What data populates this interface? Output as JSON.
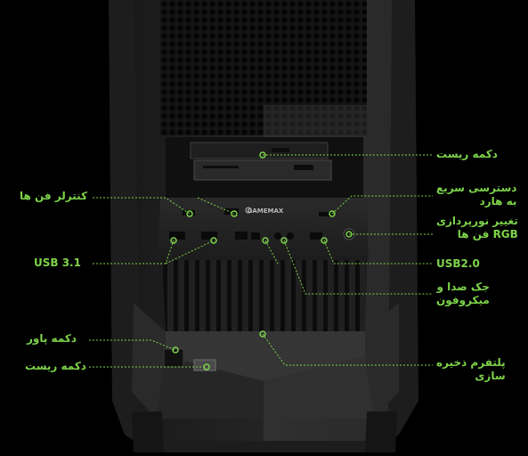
{
  "brand": {
    "case_logo": "GAMEMAX",
    "accent": "#7dd34a"
  },
  "callouts": {
    "reset_top": "دکمه ریست",
    "quick_hdd": [
      "دسترسی سریع",
      "به هارد"
    ],
    "rgb": [
      "تغییر نورپردازی",
      "RGB فن ها"
    ],
    "usb2": "USB2.0",
    "audio": [
      "جک صدا و",
      "میکروفون"
    ],
    "storage": [
      "پلتفرم ذخیره",
      "سازی"
    ],
    "fan_ctrl": "کنترلر فن ها",
    "usb3": "USB 3.1",
    "power": "دکمه پاور",
    "reset_bottom": "دکمه ریست"
  }
}
